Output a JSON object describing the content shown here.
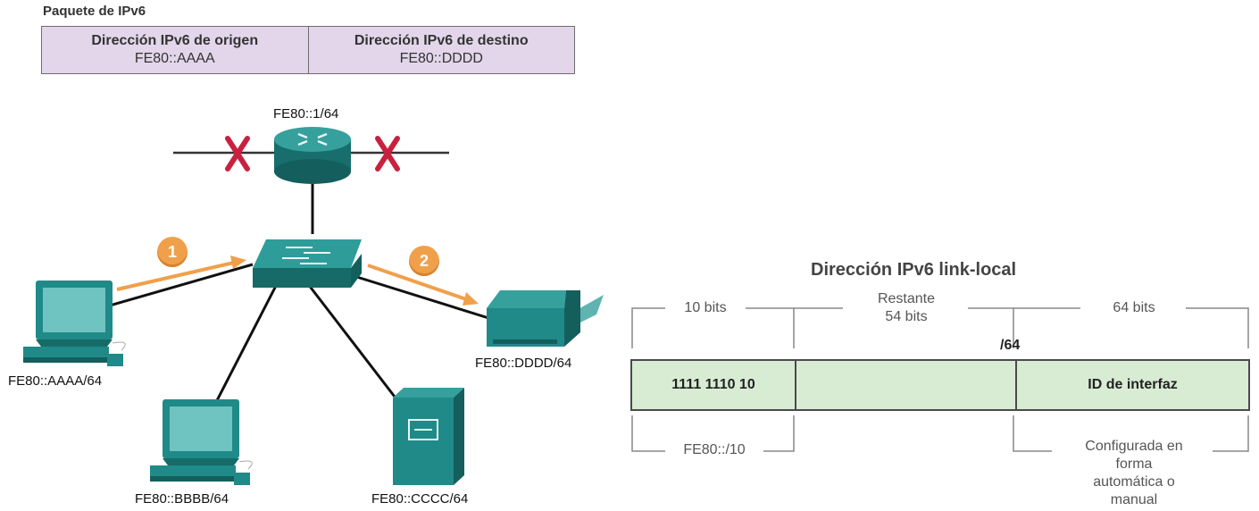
{
  "packet": {
    "title": "Paquete de IPv6",
    "source_header": "Dirección IPv6 de origen",
    "source_value": "FE80::AAAA",
    "dest_header": "Dirección IPv6 de destino",
    "dest_value": "FE80::DDDD"
  },
  "network": {
    "router_label": "FE80::1/64",
    "pc1_label": "FE80::AAAA/64",
    "pc2_label": "FE80::BBBB/64",
    "server_label": "FE80::CCCC/64",
    "printer_label": "FE80::DDDD/64",
    "step1": "1",
    "step2": "2",
    "colors": {
      "device": "#1f8a88",
      "arrow": "#f0a04b",
      "block": "#c8213f"
    }
  },
  "link_local": {
    "title": "Dirección IPv6 link-local",
    "bits10": "10 bits",
    "remaining_line1": "Restante",
    "remaining_line2": "54 bits",
    "bits64": "64 bits",
    "prefix_len": "/64",
    "seg1": "1111 1110 10",
    "seg3": "ID de interfaz",
    "prefix": "FE80::/10",
    "config_line1": "Configurada en",
    "config_line2": "forma",
    "config_line3": "automática o",
    "config_line4": "manual"
  }
}
